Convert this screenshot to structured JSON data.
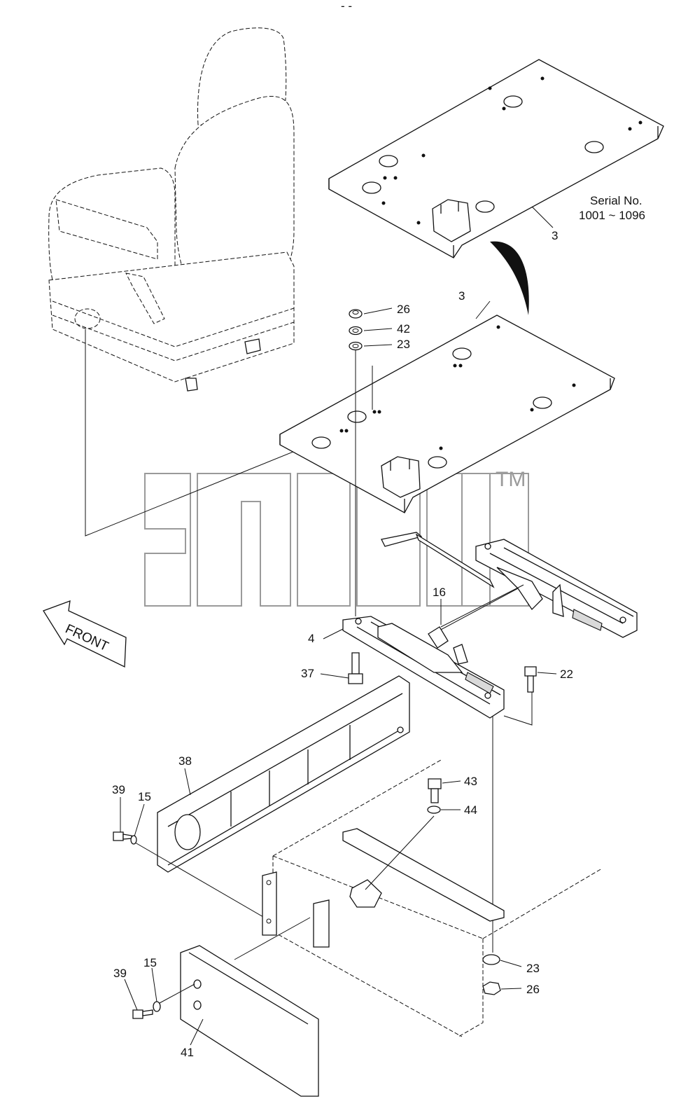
{
  "header_mark": "- -",
  "serial_note": {
    "line1": "Serial No.",
    "line2": "1001 ~ 1096"
  },
  "front_arrow": {
    "label": "FRONT"
  },
  "watermark": {
    "trademark": "TM"
  },
  "callouts": [
    {
      "id": "3",
      "text": "3"
    },
    {
      "id": "3b",
      "text": "3"
    },
    {
      "id": "26",
      "text": "26"
    },
    {
      "id": "42",
      "text": "42"
    },
    {
      "id": "23",
      "text": "23"
    },
    {
      "id": "16",
      "text": "16"
    },
    {
      "id": "4",
      "text": "4"
    },
    {
      "id": "37",
      "text": "37"
    },
    {
      "id": "22",
      "text": "22"
    },
    {
      "id": "38",
      "text": "38"
    },
    {
      "id": "39",
      "text": "39"
    },
    {
      "id": "15",
      "text": "15"
    },
    {
      "id": "43",
      "text": "43"
    },
    {
      "id": "44",
      "text": "44"
    },
    {
      "id": "23b",
      "text": "23"
    },
    {
      "id": "26b",
      "text": "26"
    },
    {
      "id": "39b",
      "text": "39"
    },
    {
      "id": "15b",
      "text": "15"
    },
    {
      "id": "41",
      "text": "41"
    }
  ]
}
